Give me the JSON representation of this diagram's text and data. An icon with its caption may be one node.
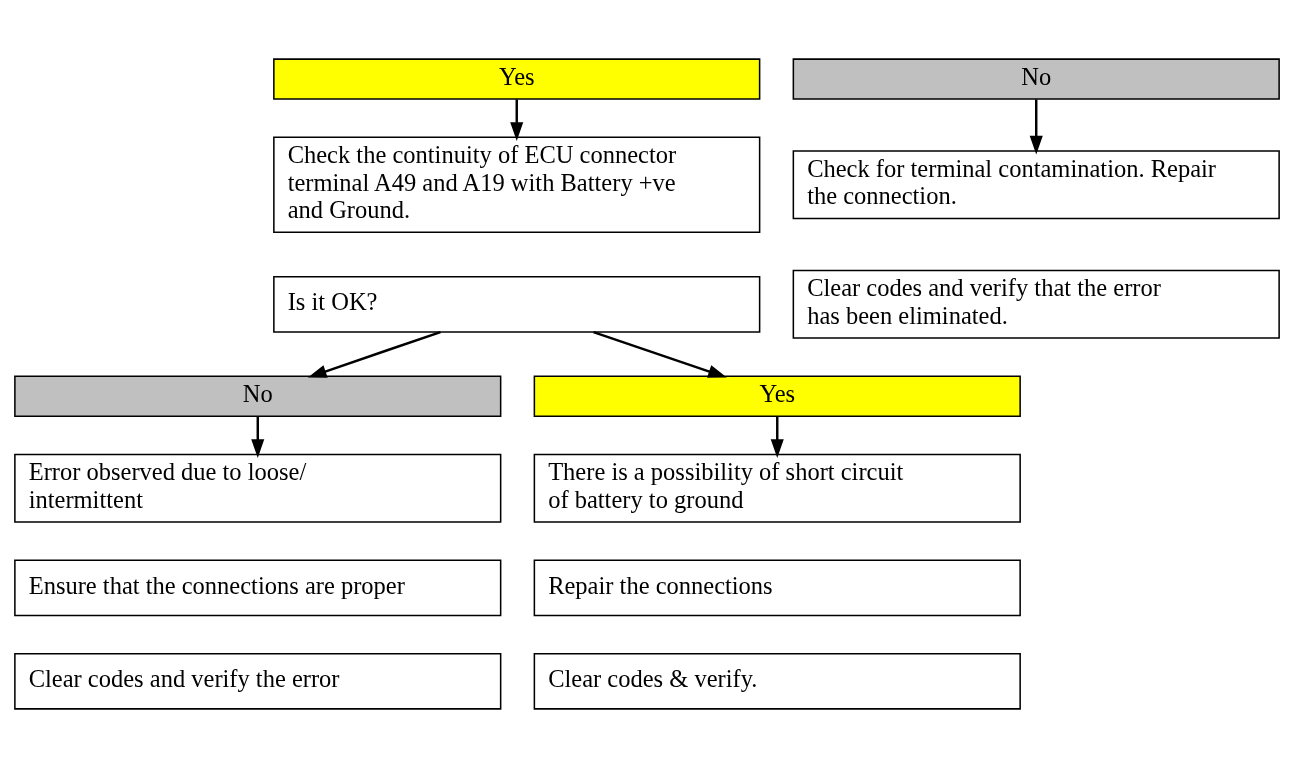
{
  "diagram": {
    "nodes": [
      {
        "text": [
          "Yes"
        ]
      },
      {
        "text": [
          "No"
        ]
      },
      {
        "text": [
          "Check the continuity of ECU connector terminal A49 and A19 with Battery +ve and Ground."
        ]
      },
      {
        "text": [
          "Check for terminal contamination. Repair the connection."
        ]
      },
      {
        "text": [
          "Is it OK?"
        ]
      },
      {
        "text": [
          "Clear codes and verify that the error has been eliminated."
        ]
      },
      {
        "text": [
          "No"
        ]
      },
      {
        "text": [
          "Yes"
        ]
      },
      {
        "text": [
          "Error observed due to loose/ intermittent"
        ]
      },
      {
        "text": [
          "There is a possibility of short circuit of battery to ground"
        ]
      },
      {
        "text": [
          "Ensure that the connections are proper"
        ]
      },
      {
        "text": [
          "Repair the connections"
        ]
      },
      {
        "text": [
          "Clear codes and verify the error"
        ]
      },
      {
        "text": [
          "Clear codes & verify."
        ]
      }
    ],
    "edges": [
      {
        "from": 0,
        "to": 2,
        "arrow": "to"
      },
      {
        "from": 1,
        "to": 3,
        "arrow": "to"
      },
      {
        "from": 4,
        "to": 6,
        "arrow": "to"
      },
      {
        "from": 4,
        "to": 7,
        "arrow": "to"
      },
      {
        "from": 6,
        "to": 8,
        "arrow": "to"
      },
      {
        "from": 7,
        "to": 9,
        "arrow": "to"
      }
    ]
  }
}
